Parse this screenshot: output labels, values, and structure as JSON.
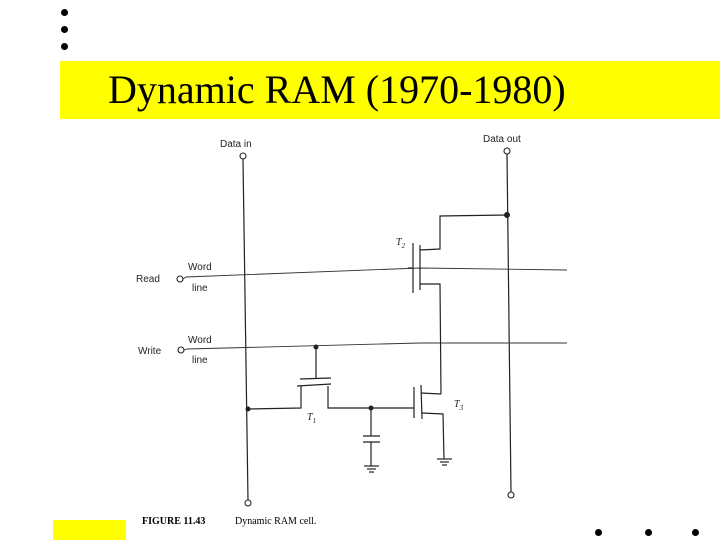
{
  "slide": {
    "title": "Dynamic RAM (1970-1980)"
  },
  "diagram": {
    "data_in": "Data in",
    "data_out": "Data out",
    "read": "Read",
    "write": "Write",
    "word": "Word",
    "line": "line",
    "t1": "T",
    "t1_sub": "1",
    "t2": "T",
    "t2_sub": "2",
    "t3": "T",
    "t3_sub": "3",
    "figure_label": "FIGURE 11.43",
    "figure_caption": "Dynamic RAM cell."
  }
}
